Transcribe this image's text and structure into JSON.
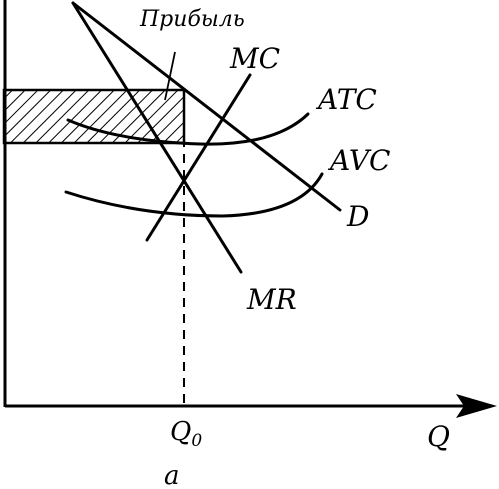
{
  "diagram": {
    "labels": {
      "profit": "Прибыль",
      "mc": "MC",
      "atc": "ATC",
      "avc": "AVC",
      "d": "D",
      "mr": "MR",
      "q0": "Q",
      "q0_sub": "0",
      "q": "Q",
      "caption": "a"
    },
    "colors": {
      "ink": "#000000",
      "background": "#ffffff"
    }
  }
}
